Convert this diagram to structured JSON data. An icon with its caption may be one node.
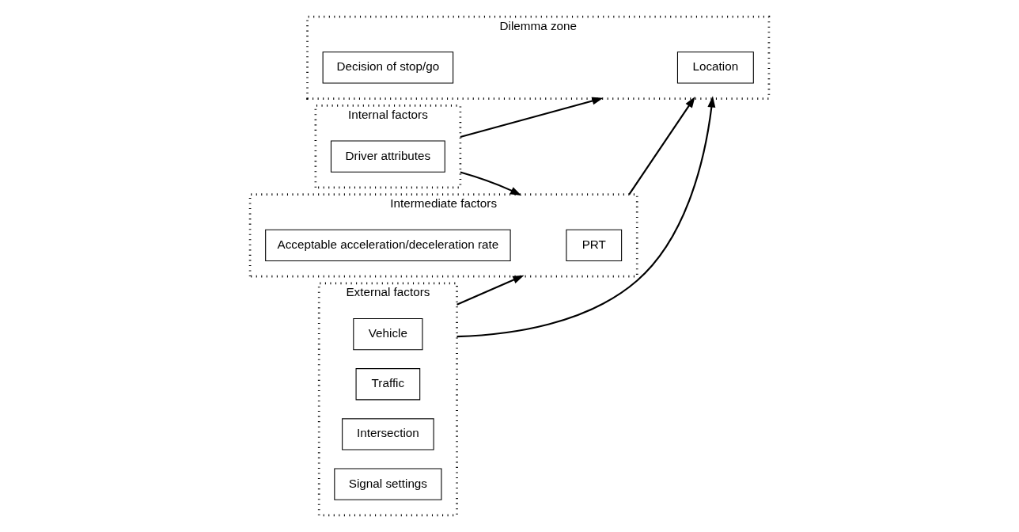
{
  "diagram": {
    "nodes": [
      {
        "text": [
          "Internal factors"
        ]
      },
      {
        "text": [
          "Driver attributes"
        ],
        "in": 0
      },
      {
        "text": [
          "External factors"
        ]
      },
      {
        "text": [
          "Vehicle"
        ],
        "in": 2
      },
      {
        "text": [
          "Traffic"
        ],
        "in": 2
      },
      {
        "text": [
          "Intersection"
        ],
        "in": 2
      },
      {
        "text": [
          "Signal settings"
        ],
        "in": 2
      },
      {
        "text": [
          "Intermediate factors"
        ]
      },
      {
        "text": [
          "PRT"
        ],
        "in": 7
      },
      {
        "text": [
          "Acceptable acceleration/deceleration rate"
        ],
        "in": 7
      },
      {
        "text": [
          "Dilemma zone"
        ]
      },
      {
        "text": [
          "Location"
        ],
        "in": 10
      },
      {
        "text": [
          "Decision of stop/go"
        ],
        "in": 10
      }
    ],
    "edges": [
      {
        "from": 0,
        "to": 10,
        "arrow": "to"
      },
      {
        "from": 0,
        "to": 7,
        "arrow": "to"
      },
      {
        "from": 7,
        "to": 10,
        "arrow": "to"
      },
      {
        "from": 2,
        "to": 7,
        "arrow": "to"
      },
      {
        "from": 2,
        "to": 10,
        "arrow": "to"
      }
    ]
  }
}
